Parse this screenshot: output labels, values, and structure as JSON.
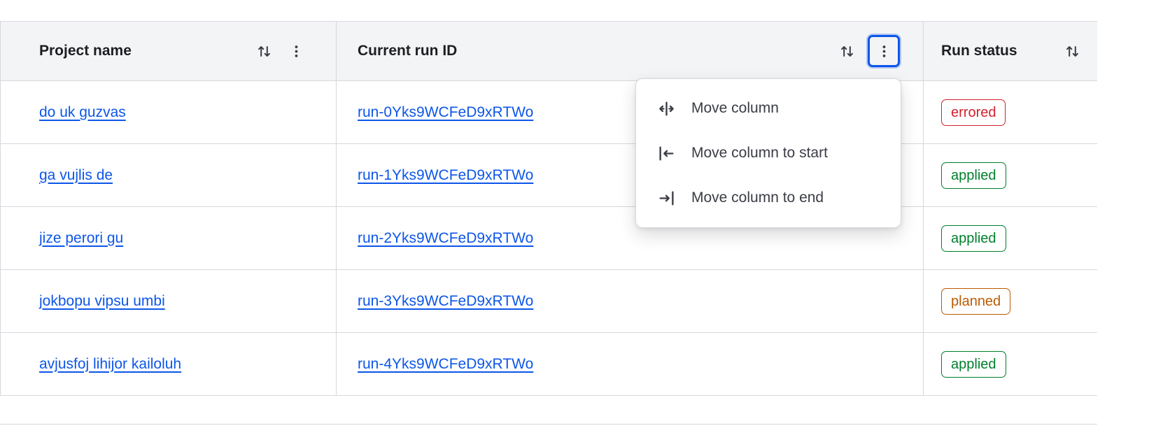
{
  "table": {
    "columns": [
      {
        "label": "Project name",
        "sort_icon": "swap-vertical",
        "menu_icon": "kebab-vertical"
      },
      {
        "label": "Current run ID",
        "sort_icon": "swap-vertical",
        "menu_icon": "kebab-vertical",
        "menu_open": true
      },
      {
        "label": "Run status",
        "sort_icon": "swap-vertical"
      }
    ],
    "rows": [
      {
        "project": "do uk guzvas",
        "run_id": "run-0Yks9WCFeD9xRTWo",
        "status": "errored"
      },
      {
        "project": "ga vujlis de",
        "run_id": "run-1Yks9WCFeD9xRTWo",
        "status": "applied"
      },
      {
        "project": "jize perori gu",
        "run_id": "run-2Yks9WCFeD9xRTWo",
        "status": "applied"
      },
      {
        "project": "jokbopu vipsu umbi",
        "run_id": "run-3Yks9WCFeD9xRTWo",
        "status": "planned"
      },
      {
        "project": "avjusfoj lihijor kailoluh",
        "run_id": "run-4Yks9WCFeD9xRTWo",
        "status": "applied"
      }
    ]
  },
  "context_menu": {
    "items": [
      {
        "label": "Move column",
        "icon": "move-column-icon"
      },
      {
        "label": "Move column to start",
        "icon": "move-column-to-start-icon"
      },
      {
        "label": "Move column to end",
        "icon": "move-column-to-end-icon"
      }
    ]
  },
  "colors": {
    "link": "#0c56e9",
    "focus_ring": "#0c56e9",
    "header_bg": "#f3f4f6",
    "status": {
      "errored": "#d2222e",
      "applied": "#007f2c",
      "planned": "#bb5a00"
    }
  }
}
